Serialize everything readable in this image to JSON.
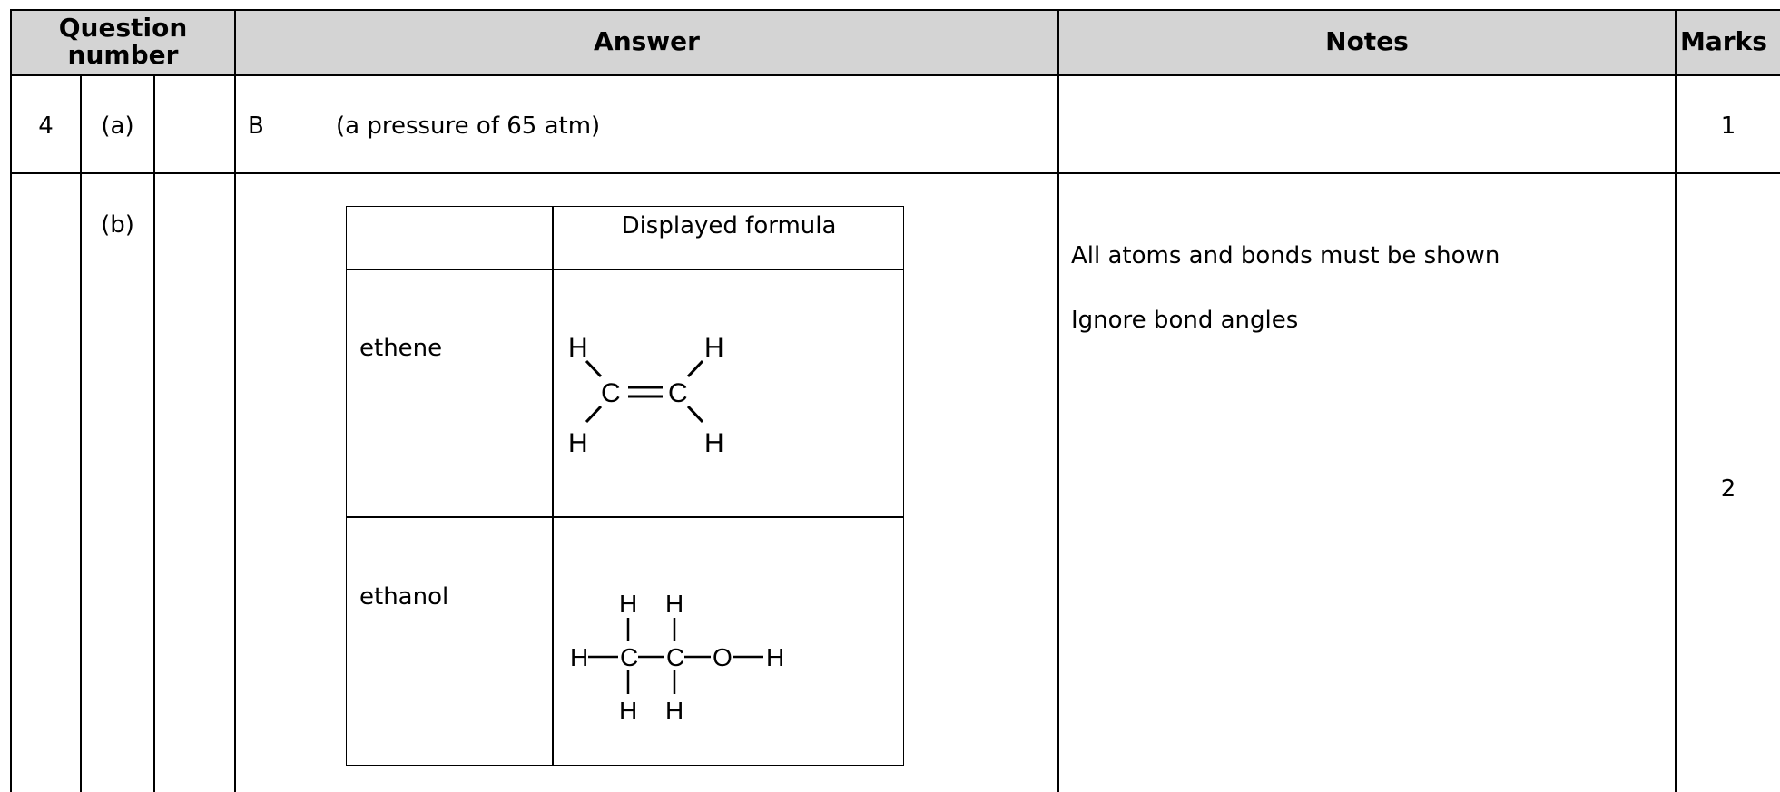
{
  "header": {
    "question_number": "Question number",
    "answer": "Answer",
    "notes": "Notes",
    "marks": "Marks"
  },
  "rows": [
    {
      "number": "4",
      "part": "(a)",
      "answer_letter": "B",
      "answer_text": "(a pressure of 65 atm)",
      "notes": "",
      "marks": "1"
    },
    {
      "number": "",
      "part": "(b)",
      "inner_table": {
        "header": [
          "",
          "Displayed formula"
        ],
        "rows": [
          {
            "name": "ethene"
          },
          {
            "name": "ethanol"
          }
        ]
      },
      "notes": [
        "All atoms and bonds must be shown",
        "Ignore bond angles"
      ],
      "marks": "2"
    }
  ]
}
